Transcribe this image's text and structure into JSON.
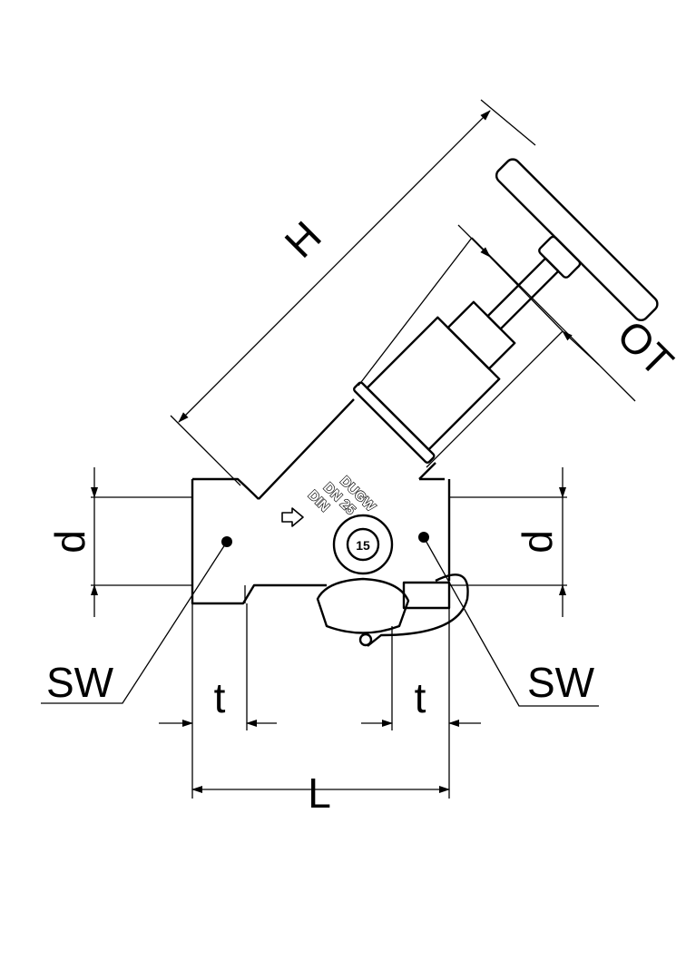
{
  "labels": {
    "H": "H",
    "OT": "OT",
    "d_left": "d",
    "d_right": "d",
    "sw_left": "SW",
    "sw_right": "SW",
    "t_left": "t",
    "t_right": "t",
    "L": "L"
  },
  "body_markings": {
    "line1": "DUGW",
    "line2": "DN 25",
    "line3": "DIN",
    "badge": "15"
  }
}
